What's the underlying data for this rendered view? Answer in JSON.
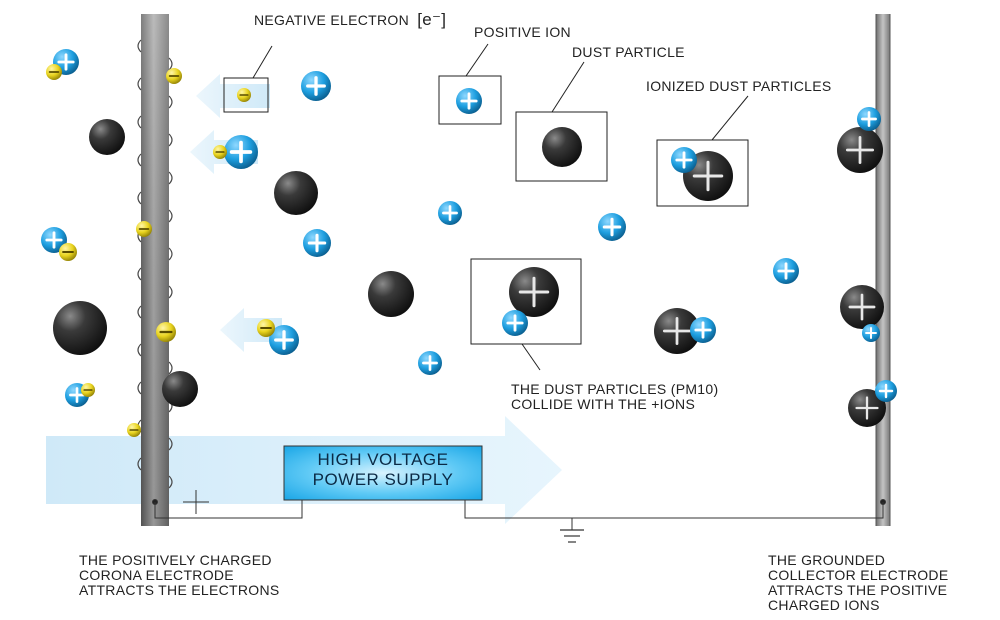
{
  "labels": {
    "negative_electron": "NEGATIVE ELECTRON",
    "electron_symbol": "[e⁻]",
    "positive_ion": "POSITIVE ION",
    "dust_particle": "DUST PARTICLE",
    "ionized_dust_particles": "IONIZED DUST PARTICLES",
    "collision_line1": "THE DUST PARTICLES (PM10)",
    "collision_line2": "COLLIDE WITH THE +IONS",
    "power_supply_line1": "HIGH VOLTAGE",
    "power_supply_line2": "POWER SUPPLY",
    "corona_line1": "THE POSITIVELY CHARGED",
    "corona_line2": "CORONA ELECTRODE",
    "corona_line3": "ATTRACTS THE ELECTRONS",
    "collector_line1": "THE GROUNDED",
    "collector_line2": "COLLECTOR ELECTRODE",
    "collector_line3": "ATTRACTS THE POSITIVE",
    "collector_line4": "CHARGED IONS"
  },
  "symbols": {
    "plus": "+",
    "minus": "−"
  },
  "colors": {
    "ion_blue": "#1e9fe0",
    "electron_yellow": "#e9d41f",
    "dust_dark": "#1d1d1d",
    "electrode_gray": "#8a8a8a",
    "flow_arrow": "#dff1fb",
    "power_supply_glow": "#2fb3ee"
  },
  "icons": [
    "positive-ion-icon",
    "negative-electron-icon",
    "dust-particle-icon",
    "ground-symbol-icon"
  ]
}
